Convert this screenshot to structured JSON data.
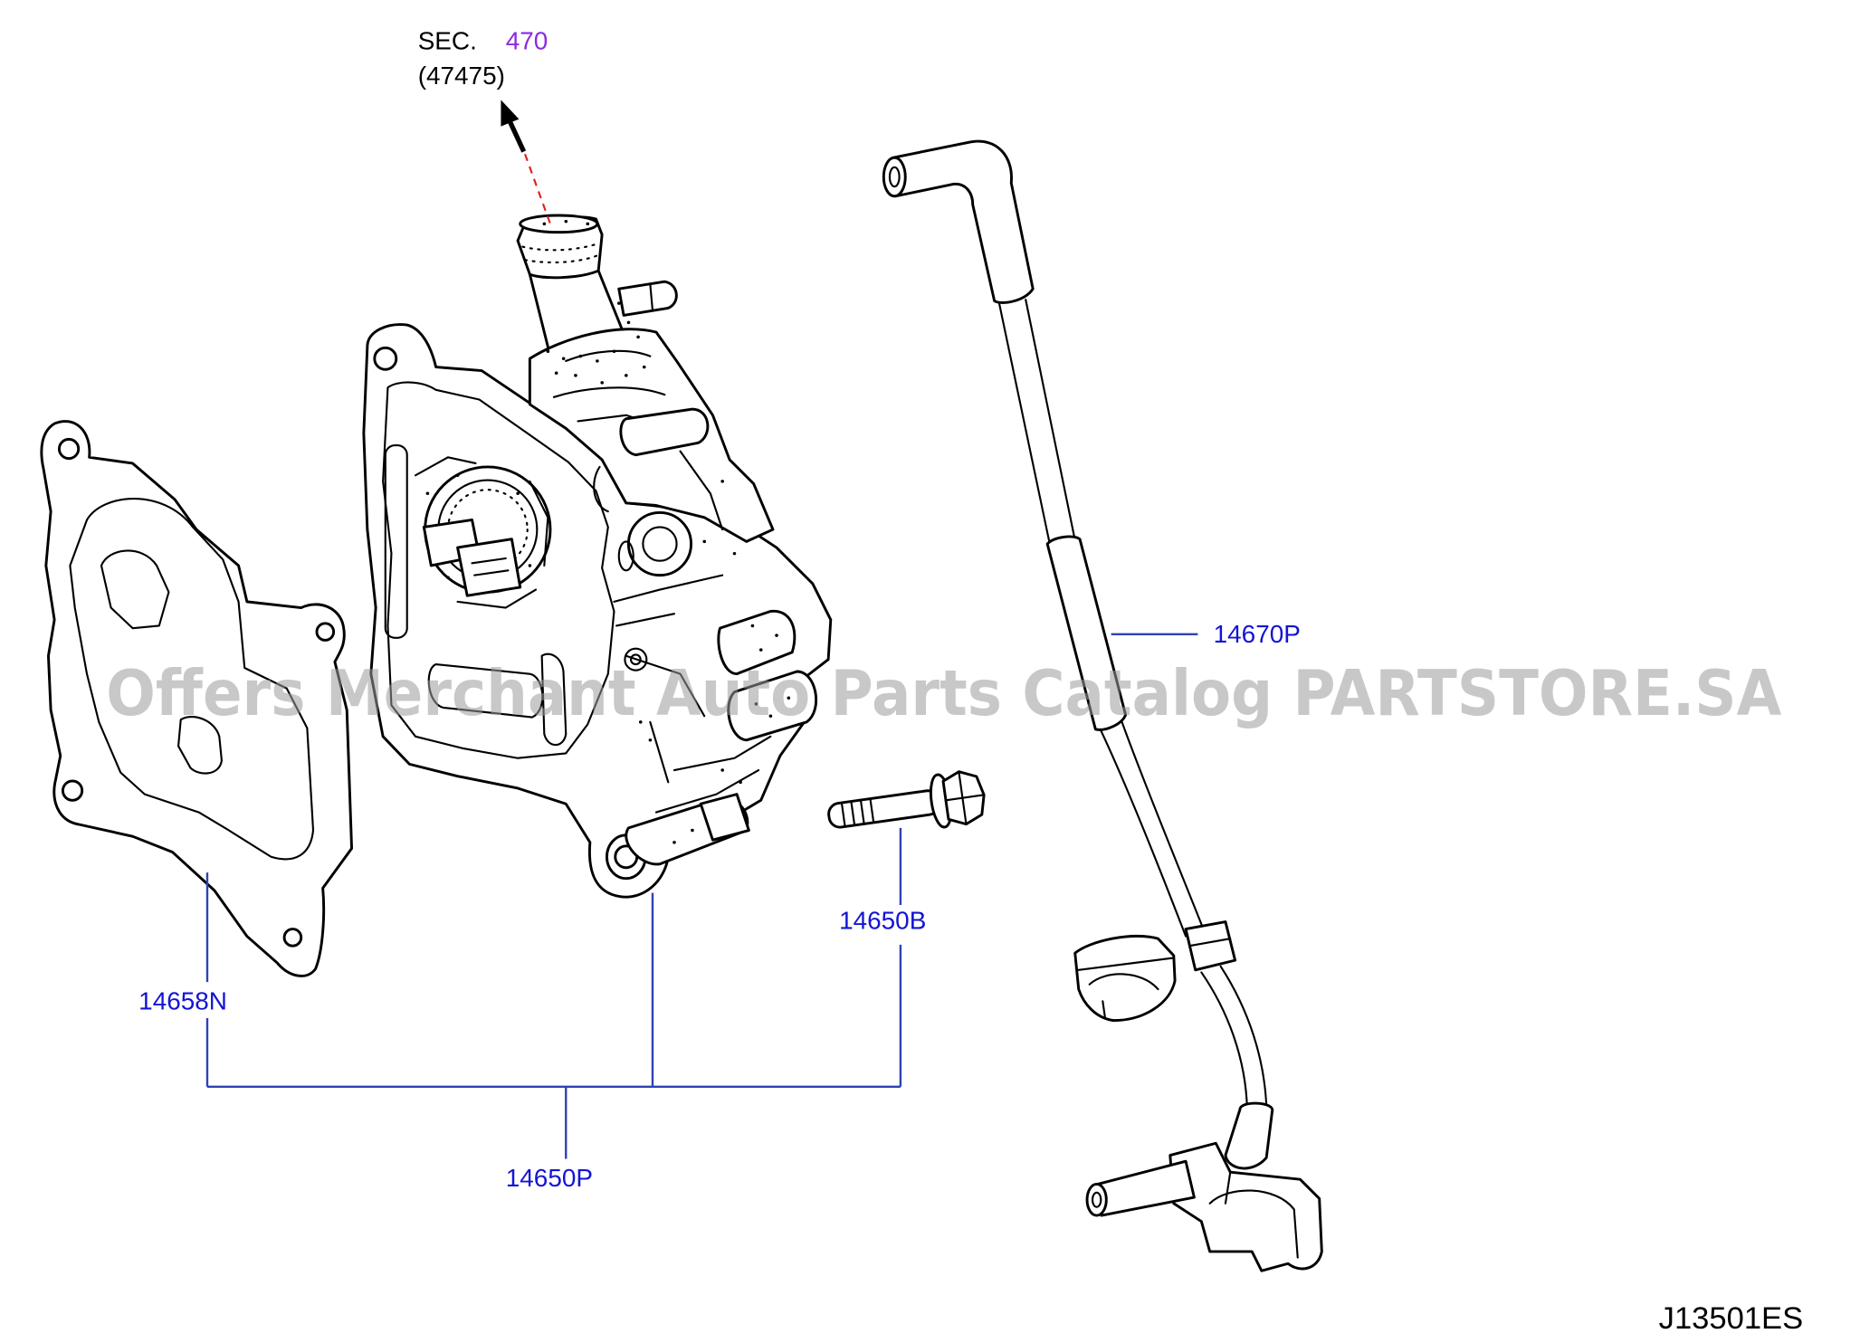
{
  "section_reference": {
    "prefix": "SEC.",
    "number": "470",
    "subsection": "(47475)"
  },
  "callouts": {
    "hose": "14670P",
    "bolt": "14650B",
    "gasket": "14658N",
    "pump_assembly": "14650P"
  },
  "diagram_code": "J13501ES",
  "watermark": "Offers Merchant Auto Parts Catalog PARTSTORE.SA",
  "colors": {
    "callout_text": "#1414d4",
    "leader_line": "#2e42b4",
    "section_link": "#8b2be0",
    "guide_dash": "#e01e1e",
    "watermark": "#9c9c9c"
  }
}
